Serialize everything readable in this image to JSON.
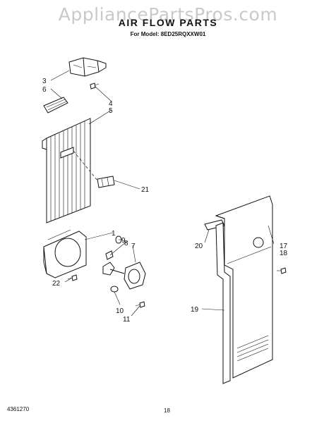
{
  "header": {
    "watermark": "AppliancePartsPros.com",
    "title": "AIR FLOW PARTS",
    "model": "For Model: 8ED25RQXXW01"
  },
  "footer": {
    "code": "4361270",
    "page": "18"
  },
  "callouts": {
    "c1": "1",
    "c3": "3",
    "c4": "4",
    "c5": "5",
    "c6": "6",
    "c7": "7",
    "c8": "8",
    "c9": "9",
    "c10": "10",
    "c11": "11",
    "c17": "17",
    "c18": "18",
    "c19": "19",
    "c20": "20",
    "c21": "21",
    "c22": "22"
  }
}
